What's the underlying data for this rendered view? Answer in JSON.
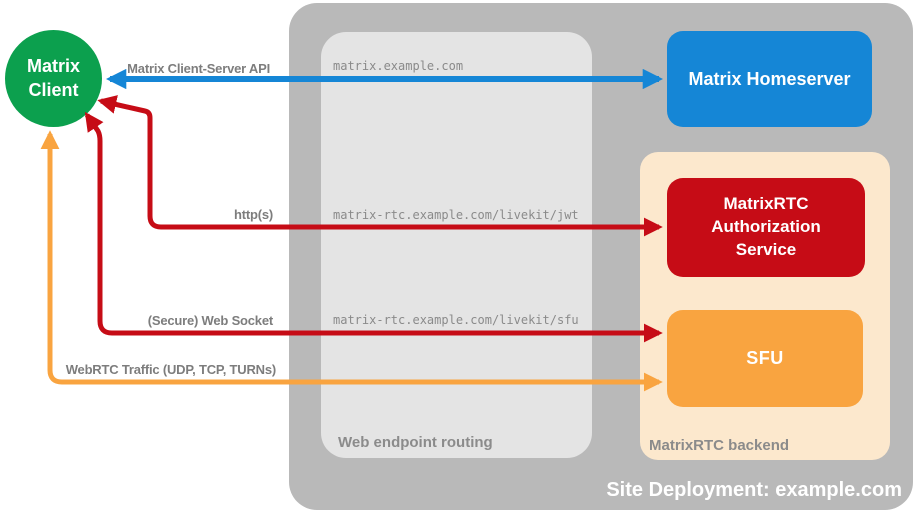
{
  "diagram": {
    "type": "architecture-diagram",
    "colors": {
      "client_green": "#0ca04e",
      "homeserver_blue": "#1586d6",
      "auth_red": "#c60c16",
      "sfu_orange": "#f9a440",
      "backend_peach": "#fce8cd",
      "outer_gray": "#b9b9b9",
      "routing_gray": "#e4e4e4",
      "label_gray": "#7d7d7d"
    }
  },
  "containers": {
    "site": {
      "label": "Site Deployment: example.com"
    },
    "routing": {
      "label": "Web endpoint routing"
    },
    "backend": {
      "label": "MatrixRTC backend"
    }
  },
  "nodes": {
    "client": {
      "label": "Matrix Client",
      "color": "#0ca04e"
    },
    "homeserver": {
      "label": "Matrix Homeserver",
      "color": "#1586d6"
    },
    "auth_service": {
      "label": "MatrixRTC Authorization Service",
      "color": "#c60c16"
    },
    "sfu": {
      "label": "SFU",
      "color": "#f9a440"
    }
  },
  "edges": [
    {
      "label": "Matrix Client-Server API",
      "endpoint": "matrix.example.com",
      "from": "Matrix Client",
      "to": "Matrix Homeserver",
      "color": "#1586d6",
      "bidirectional": true
    },
    {
      "label": "http(s)",
      "endpoint": "matrix-rtc.example.com/livekit/jwt",
      "from": "Matrix Client",
      "to": "MatrixRTC Authorization Service",
      "color": "#c60c16",
      "bidirectional": true
    },
    {
      "label": "(Secure) Web Socket",
      "endpoint": "matrix-rtc.example.com/livekit/sfu",
      "from": "Matrix Client",
      "to": "SFU",
      "color": "#c60c16",
      "bidirectional": true
    },
    {
      "label": "WebRTC Traffic (UDP, TCP, TURNs)",
      "endpoint": "",
      "from": "Matrix Client",
      "to": "SFU",
      "color": "#f9a440",
      "bidirectional": true
    }
  ]
}
